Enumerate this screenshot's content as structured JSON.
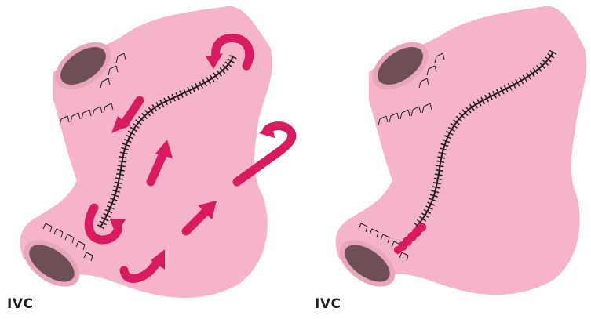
{
  "panels": [
    {
      "label": "IVC"
    },
    {
      "label": "IVC"
    }
  ],
  "colors": {
    "tissue": "#f5b4c9",
    "lumen_rim": "#e8a6bc",
    "lumen": "#6e4f56",
    "arrow": "#d81b60",
    "sutures": "#231f20"
  },
  "icons": [
    "flow-arrow",
    "suture-line",
    "staple-marks",
    "vessel-lumen"
  ]
}
